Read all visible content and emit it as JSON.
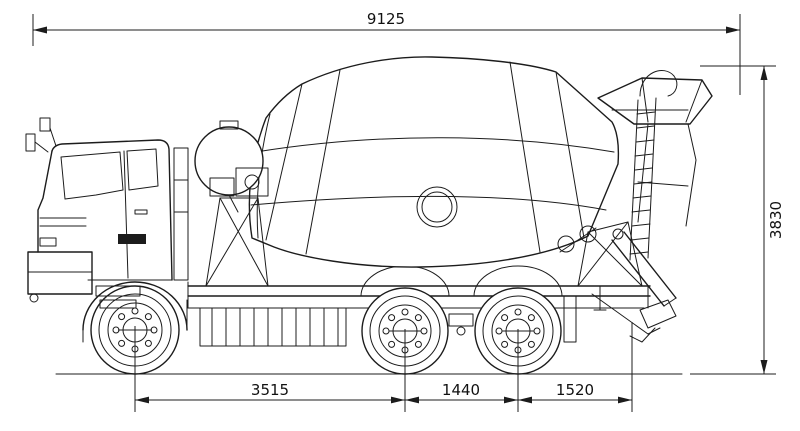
{
  "drawing": {
    "subject": "concrete-mixer-truck-side-view-dimensional-drawing",
    "background": "#ffffff",
    "line_color": "#1c1c1c"
  },
  "dimensions": {
    "overall_length": "9125",
    "overall_height": "3830",
    "front_axle_to_first_rear_axle": "3515",
    "rear_tandem_spacing": "1440",
    "rear_axle_to_rear_point": "1520"
  }
}
